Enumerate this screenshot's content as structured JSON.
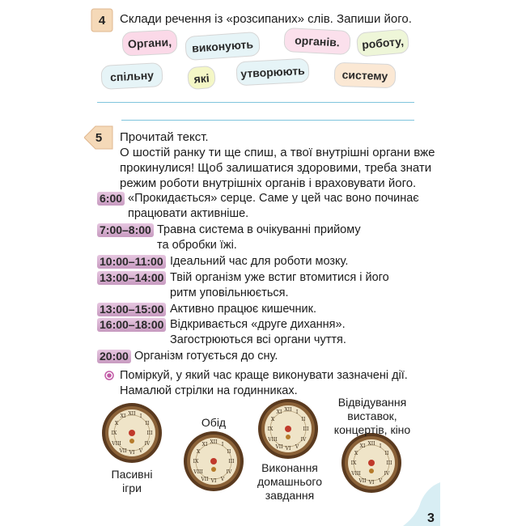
{
  "task4": {
    "number": "4",
    "instruction": "Склади речення із «розсипаних» слів. Запиши його.",
    "words": [
      "Органи,",
      "виконують",
      "органів.",
      "роботу,",
      "спільну",
      "які",
      "утворюють",
      "систему"
    ]
  },
  "task5": {
    "number": "5",
    "heading": "Прочитай текст.",
    "intro": [
      "О шостій ранку ти ще спиш, а твої внутрішні органи вже",
      "прокинулися! Щоб залишатися здоровими, треба знати",
      "режим роботи внутрішніх органів і враховувати його."
    ],
    "schedule": [
      {
        "time": "6:00",
        "lines": [
          "«Прокидається» серце. Саме у цей час воно починає",
          "працювати активніше."
        ]
      },
      {
        "time": "7:00–8:00",
        "lines": [
          "Травна система в очікуванні прийому",
          "та обробки їжі."
        ]
      },
      {
        "time": "10:00–11:00",
        "lines": [
          "Ідеальний час для роботи мозку."
        ]
      },
      {
        "time": "13:00–14:00",
        "lines": [
          "Твій організм уже встиг втомитися і його",
          "ритм уповільнюється."
        ]
      },
      {
        "time": "13:00–15:00",
        "lines": [
          "Активно працює кишечник."
        ]
      },
      {
        "time": "16:00–18:00",
        "lines": [
          "Відкривається «друге дихання».",
          "Загострюються всі органи чуття."
        ]
      },
      {
        "time": "20:00",
        "lines": [
          "Організм готується до сну."
        ]
      }
    ],
    "think": [
      "Поміркуй, у який час краще виконувати зазначені дії.",
      "Намалюй стрілки на годинниках."
    ],
    "clocks": {
      "passive_games": [
        "Пасивні",
        "ігри"
      ],
      "lunch": [
        "Обід"
      ],
      "homework": [
        "Виконання",
        "домашнього",
        "завдання"
      ],
      "visits": [
        "Відвідування",
        "виставок,",
        "концертів, кіно"
      ]
    }
  },
  "page_number": "3",
  "colors": {
    "accent_pink": "#c79ac0",
    "ruled_line": "#7fc4dd",
    "bullet": "#c25aa6"
  }
}
